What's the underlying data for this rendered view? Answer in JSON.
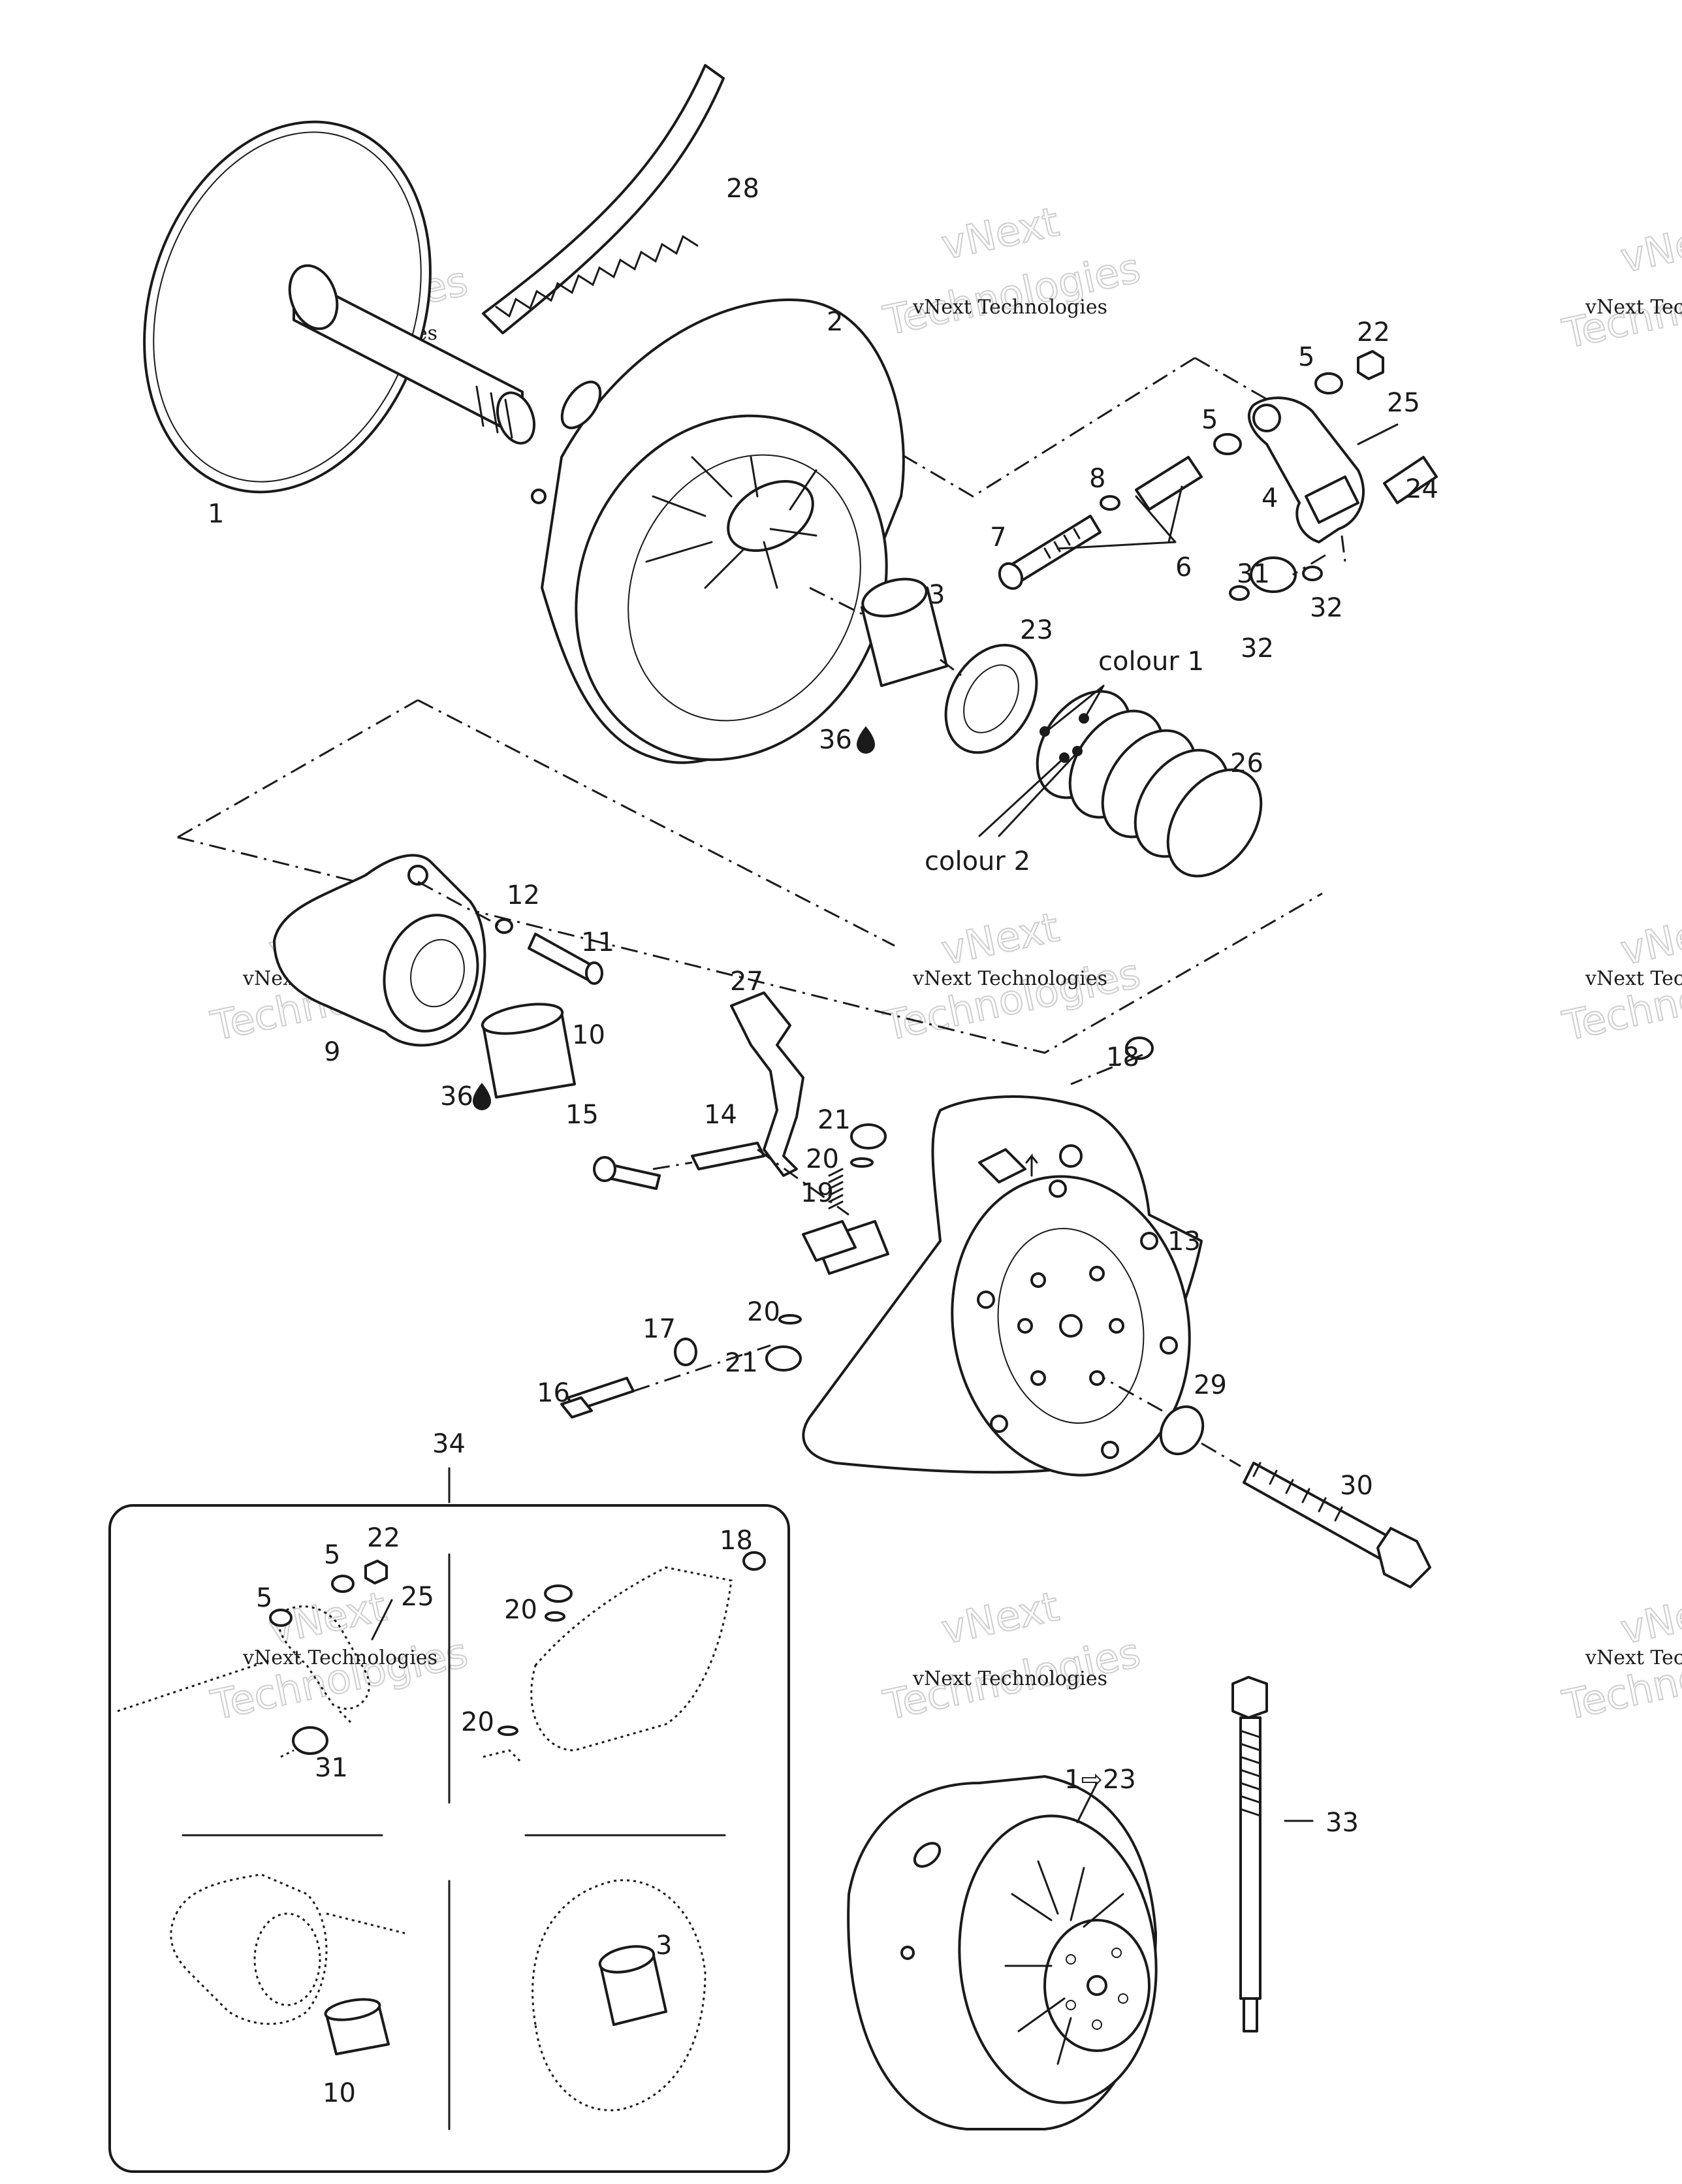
{
  "watermark": {
    "brand": "vNext",
    "company": "vNext Technologies",
    "word": "Technologies"
  },
  "callouts": {
    "c1": "1",
    "c2": "2",
    "c3": "3",
    "c4": "4",
    "c5a": "5",
    "c5b": "5",
    "c6": "6",
    "c7": "7",
    "c8": "8",
    "c9": "9",
    "c10": "10",
    "c11": "11",
    "c12": "12",
    "c13": "13",
    "c14": "14",
    "c15": "15",
    "c16": "16",
    "c17": "17",
    "c18": "18",
    "c19": "19",
    "c20a": "20",
    "c20b": "20",
    "c21a": "21",
    "c21b": "21",
    "c22": "22",
    "c23": "23",
    "c24": "24",
    "c25": "25",
    "c26": "26",
    "c27": "27",
    "c28": "28",
    "c29": "29",
    "c30": "30",
    "c31": "31",
    "c32a": "32",
    "c32b": "32",
    "c33": "33",
    "c34": "34",
    "c36a": "36",
    "c36b": "36",
    "colour1": "colour 1",
    "colour2": "colour 2",
    "assembly": "1⇨23"
  },
  "inset": {
    "i5a": "5",
    "i5b": "5",
    "i22": "22",
    "i25": "25",
    "i31": "31",
    "i18": "18",
    "i20a": "20",
    "i20b": "20",
    "i3": "3",
    "i10": "10"
  }
}
